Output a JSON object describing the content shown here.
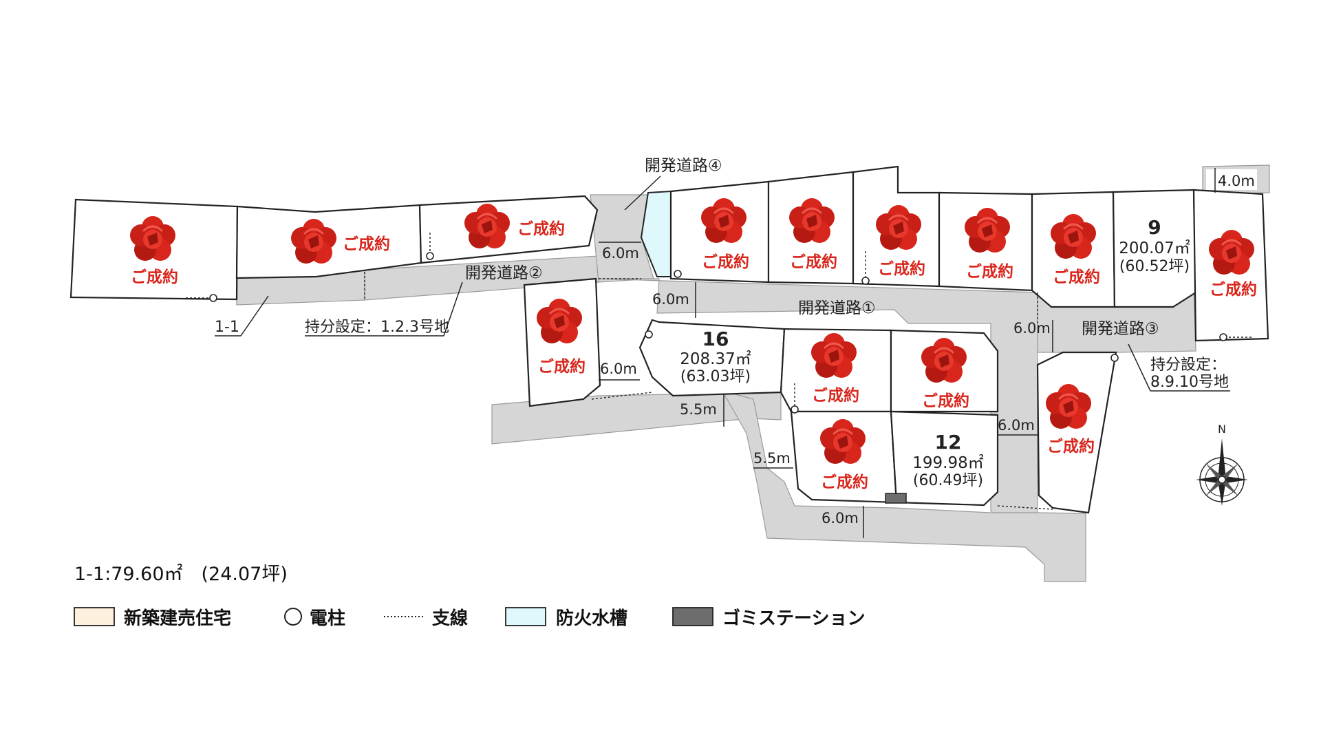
{
  "colors": {
    "sold_mark": "#d9261c",
    "new_house": "#fdf0dc",
    "fire_tank": "#dff8fb",
    "garbage": "#6d6d6d",
    "road": "#d6d6d6"
  },
  "sold_label": "ご成約",
  "roads": {
    "r1": "開発道路①",
    "r2": "開発道路②",
    "r3": "開発道路③",
    "r4": "開発道路④"
  },
  "shares": {
    "s123": "持分設定：1.2.3号地",
    "s8910_a": "持分設定：",
    "s8910_b": "8.9.10号地"
  },
  "plot_1_1": "1-1",
  "dimensions": {
    "d40": "4.0m",
    "d60": "6.0m",
    "d55": "5.5m"
  },
  "lots_for_sale": [
    {
      "no": "9",
      "area": "200.07㎡",
      "tsubo": "(60.52坪)"
    },
    {
      "no": "16",
      "area": "208.37㎡",
      "tsubo": "(63.03坪)"
    },
    {
      "no": "12",
      "area": "199.98㎡",
      "tsubo": "(60.49坪)"
    }
  ],
  "note_1_1": "1-1:79.60㎡　(24.07坪)",
  "legend": [
    {
      "icon": "new-house-swatch",
      "label": "新築建売住宅"
    },
    {
      "icon": "utility-pole-icon",
      "label": "電柱"
    },
    {
      "icon": "guy-wire-line",
      "label": "支線"
    },
    {
      "icon": "fire-tank-swatch",
      "label": "防火水槽"
    },
    {
      "icon": "garbage-station-swatch",
      "label": "ゴミステーション"
    }
  ],
  "compass": "N"
}
